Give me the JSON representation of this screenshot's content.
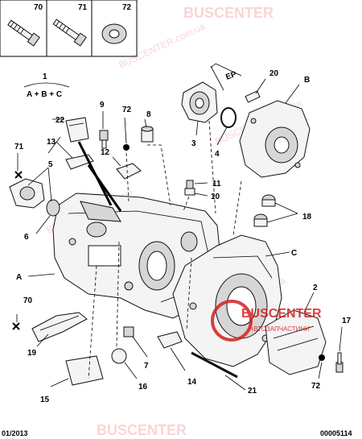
{
  "header_parts": [
    {
      "number": "70"
    },
    {
      "number": "71"
    },
    {
      "number": "72"
    }
  ],
  "assembly": {
    "number": "1",
    "formula": "A + B + C"
  },
  "dimension_label": "EP",
  "callouts": {
    "n2": "2",
    "n3": "3",
    "n4": "4",
    "n5": "5",
    "n6": "6",
    "n7": "7",
    "n8": "8",
    "n9": "9",
    "n10": "10",
    "n11": "11",
    "n12": "12",
    "n13": "13",
    "n14": "14",
    "n15": "15",
    "n16": "16",
    "n17": "17",
    "n18": "18",
    "n19": "19",
    "n20": "20",
    "n21": "21",
    "n22": "22",
    "n70": "70",
    "n71": "71",
    "n72a": "72",
    "n72b": "72",
    "nA": "A",
    "nB": "B",
    "nC": "C"
  },
  "watermarks": {
    "text1": "BUSCENTER",
    "text2": "BUSCENTER.com.ua",
    "logo_text": "BUSCENTER",
    "logo_subtitle": "АВТОЗАПЧАСТИНИ"
  },
  "footer": {
    "date": "01/2013",
    "code": "00005114"
  },
  "colors": {
    "watermark": "#f08a8a",
    "logo_red": "#d32020"
  }
}
